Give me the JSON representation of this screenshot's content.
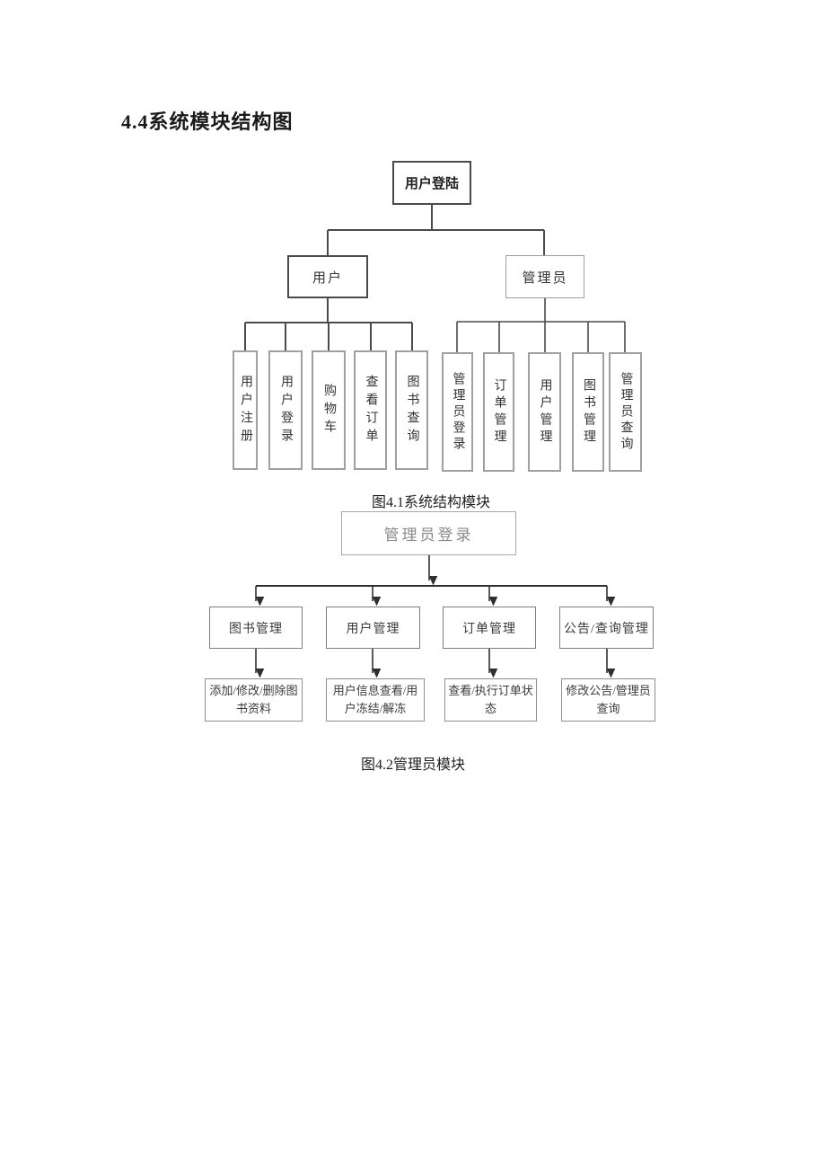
{
  "page": {
    "heading": "4.4系统模块结构图"
  },
  "colors": {
    "line_dark": "#4a4a4a",
    "line_black": "#2f2f2f",
    "muted_border": "#9e9e9e",
    "muted_text": "#8a8a8a"
  },
  "diagram1": {
    "root": "用户登陆",
    "branches": [
      {
        "label": "用户",
        "children": [
          "用户注册",
          "用户登录",
          "购物车",
          "查看订单",
          "图书查询"
        ]
      },
      {
        "label": "管理员",
        "children": [
          "管理员登录",
          "订单管理",
          "用户管理",
          "图书管理",
          "管理员查询"
        ]
      }
    ],
    "caption": "图4.1系统结构模块"
  },
  "diagram2": {
    "root": "管理员登录",
    "columns": [
      {
        "label": "图书管理",
        "child": "添加/修改/删除图书资料"
      },
      {
        "label": "用户管理",
        "child": "用户信息查看/用户冻结/解冻"
      },
      {
        "label": "订单管理",
        "child": "查看/执行订单状态"
      },
      {
        "label": "公告/查询管理",
        "child": "修改公告/管理员查询"
      }
    ],
    "caption": "图4.2管理员模块"
  }
}
